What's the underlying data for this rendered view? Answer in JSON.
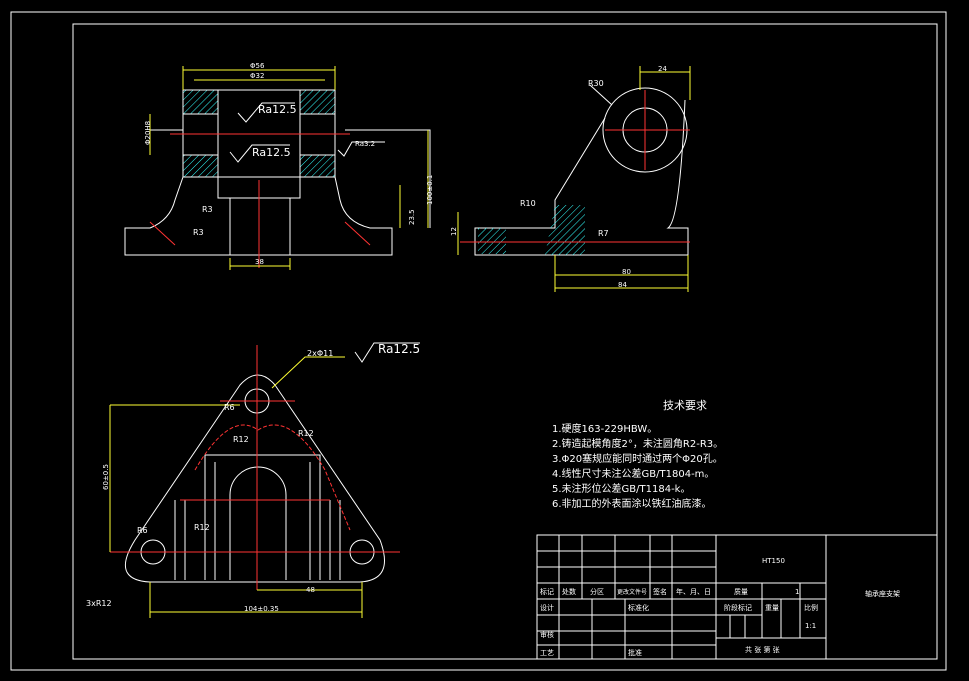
{
  "front_view": {
    "dim_top_outer": "Φ56",
    "dim_top_inner": "Φ32",
    "rough_1": "Ra12.5",
    "rough_2": "Ra12.5",
    "rough_3": "Ra3.2",
    "r_left": "R3",
    "r_bottom": "R3",
    "dim_bottom": "38",
    "dim_height_right": "100±0.1",
    "dim_small_right": "23.5",
    "dim_left": "Φ20H8"
  },
  "side_view": {
    "r_top": "R30",
    "dim_top": "24",
    "r_mid": "R10",
    "r_low": "R7",
    "dim_left": "12",
    "dim_width_1": "80",
    "dim_width_2": "84"
  },
  "top_view": {
    "holes_note": "2xΦ11",
    "rough": "Ra12.5",
    "r_top": "R6",
    "r_12a": "R12",
    "r_12b": "R12",
    "r_12c": "R12",
    "r_left": "R6",
    "r_corner": "3xR12",
    "dim_mid": "48",
    "dim_bottom": "104±0.35",
    "dim_left": "60±0.5"
  },
  "requirements": {
    "title": "技术要求",
    "items": [
      "1.硬度163-229HBW。",
      "2.铸造起模角度2°，未注圆角R2-R3。",
      "3.Φ20塞规应能同时通过两个Φ20孔。",
      "4.线性尺寸未注公差GB/T1804-m。",
      "5.未注形位公差GB/T1184-k。",
      "6.非加工的外表面涂以铁红油底漆。"
    ]
  },
  "title_block": {
    "material": "HT150",
    "part_name": "轴承座支架",
    "mark": "标记",
    "count": "处数",
    "zone": "分区",
    "doc_no": "更改文件号",
    "sign": "签名",
    "date": "年、月、日",
    "weight": "质量",
    "qty": "1",
    "design": "设计",
    "standard": "标准化",
    "stage": "阶段标记",
    "mass": "重量",
    "ratio_label": "比例",
    "ratio": "1:1",
    "review": "审核",
    "process": "工艺",
    "approve": "批准",
    "sheets": "共 张 第 张"
  }
}
